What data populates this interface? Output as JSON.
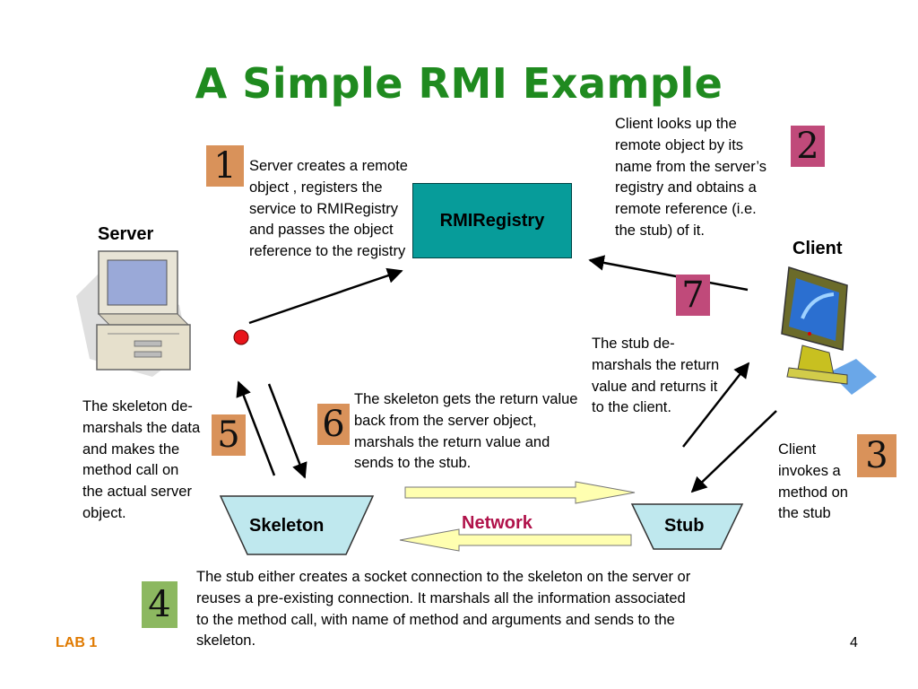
{
  "title": "A Simple RMI Example",
  "labels": {
    "server": "Server",
    "client": "Client",
    "rmiregistry": "RMIRegistry",
    "skeleton": "Skeleton",
    "stub": "Stub",
    "network": "Network"
  },
  "steps": {
    "s1": "Server creates a remote object , registers the service to RMIRegistry and passes the object reference to the registry",
    "s2": "Client looks up the remote object by its name from the server’s registry and obtains a remote reference (i.e. the stub) of it.",
    "s3": "Client invokes a method on the stub",
    "s4": "The stub either creates a socket connection to the skeleton on the server or reuses a pre-existing connection. It marshals all the information associated to the method call, with name of method and arguments and sends to the skeleton.",
    "s5": "The skeleton de-marshals the data and makes the method call on the actual server object.",
    "s6": "The skeleton gets the return value back from the server object, marshals the return value and sends to the stub.",
    "s7": "The stub de-marshals the return value and returns it to the client."
  },
  "badges": {
    "b1": "1",
    "b2": "2",
    "b3": "3",
    "b4": "4",
    "b5": "5",
    "b6": "6",
    "b7": "7"
  },
  "colors": {
    "title": "#1f8a1f",
    "rmiregistry_box": "#079c9a",
    "node_fill": "#bfe8ee",
    "network_arrow": "#ffffb0",
    "network_label": "#b0124a",
    "badge_orange": "#d9925a",
    "badge_magenta": "#c04a7a",
    "badge_green": "#8cb860",
    "footer": "#e07a00"
  },
  "icons": {
    "server": "desktop-computer-icon",
    "client": "monitor-icon"
  },
  "footer": {
    "left": "LAB 1",
    "page": "4"
  }
}
